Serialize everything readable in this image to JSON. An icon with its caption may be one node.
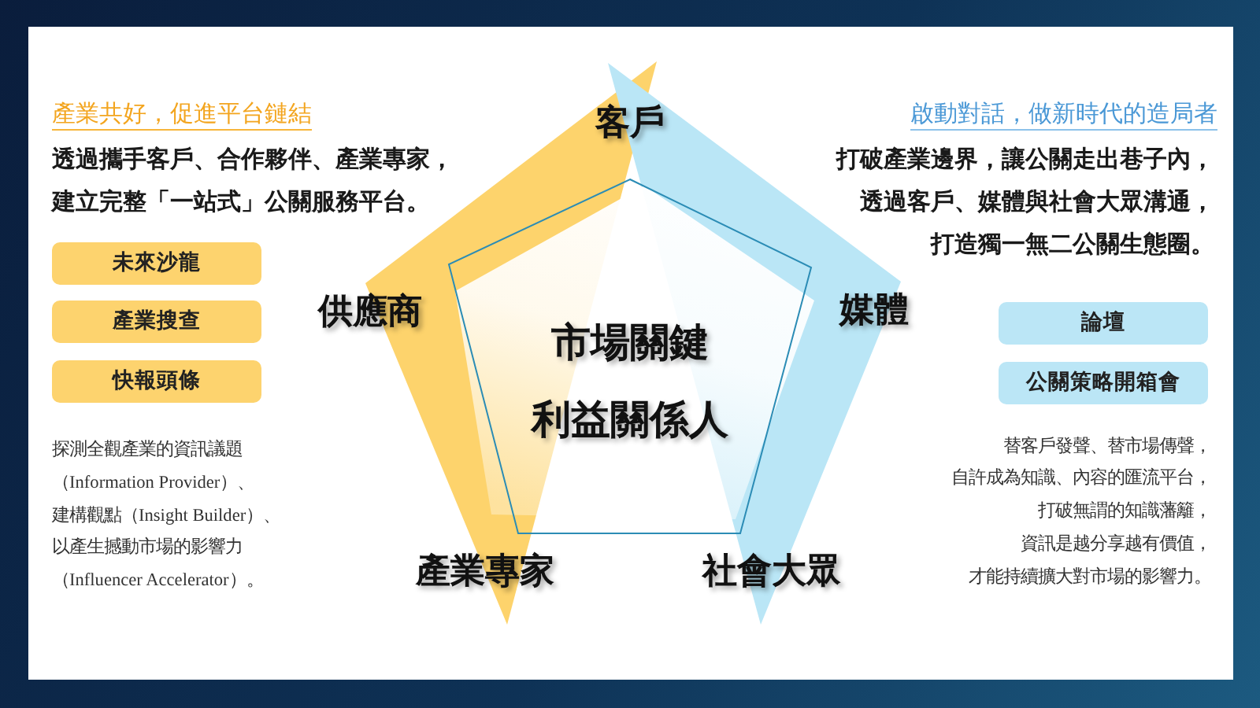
{
  "diagram": {
    "nodes": [
      {
        "text": [
          "未來沙龍"
        ]
      },
      {
        "text": [
          "產業搜查"
        ]
      },
      {
        "text": [
          "快報頭條"
        ]
      },
      {
        "text": [
          "市場關鍵",
          "利益關係人"
        ]
      },
      {
        "text": [
          "論壇"
        ]
      },
      {
        "text": [
          "公關策略開箱會"
        ]
      }
    ],
    "labels": [
      "產業共好，促進平台鏈結",
      "透過攜手客戶、合作夥伴、產業專家，建立完整「一站式」公關服務平台。",
      "探測全觀產業的資訊議題（Information Provider）、建構觀點（Insight Builder）、以產生撼動市場的影響力（Influencer Accelerator）。",
      "客戶",
      "供應商",
      "媒體",
      "產業專家",
      "社會大眾",
      "啟動對話，做新時代的造局者",
      "打破產業邊界，讓公關走出巷子內，透過客戶、媒體與社會大眾溝通，打造獨一無二公關生態圈。",
      "替客戶發聲、替市場傳聲，自許成為知識、內容的匯流平台，打破無謂的知識藩籬，資訊是越分享越有價值，才能持續擴大對市場的影響力。"
    ]
  }
}
